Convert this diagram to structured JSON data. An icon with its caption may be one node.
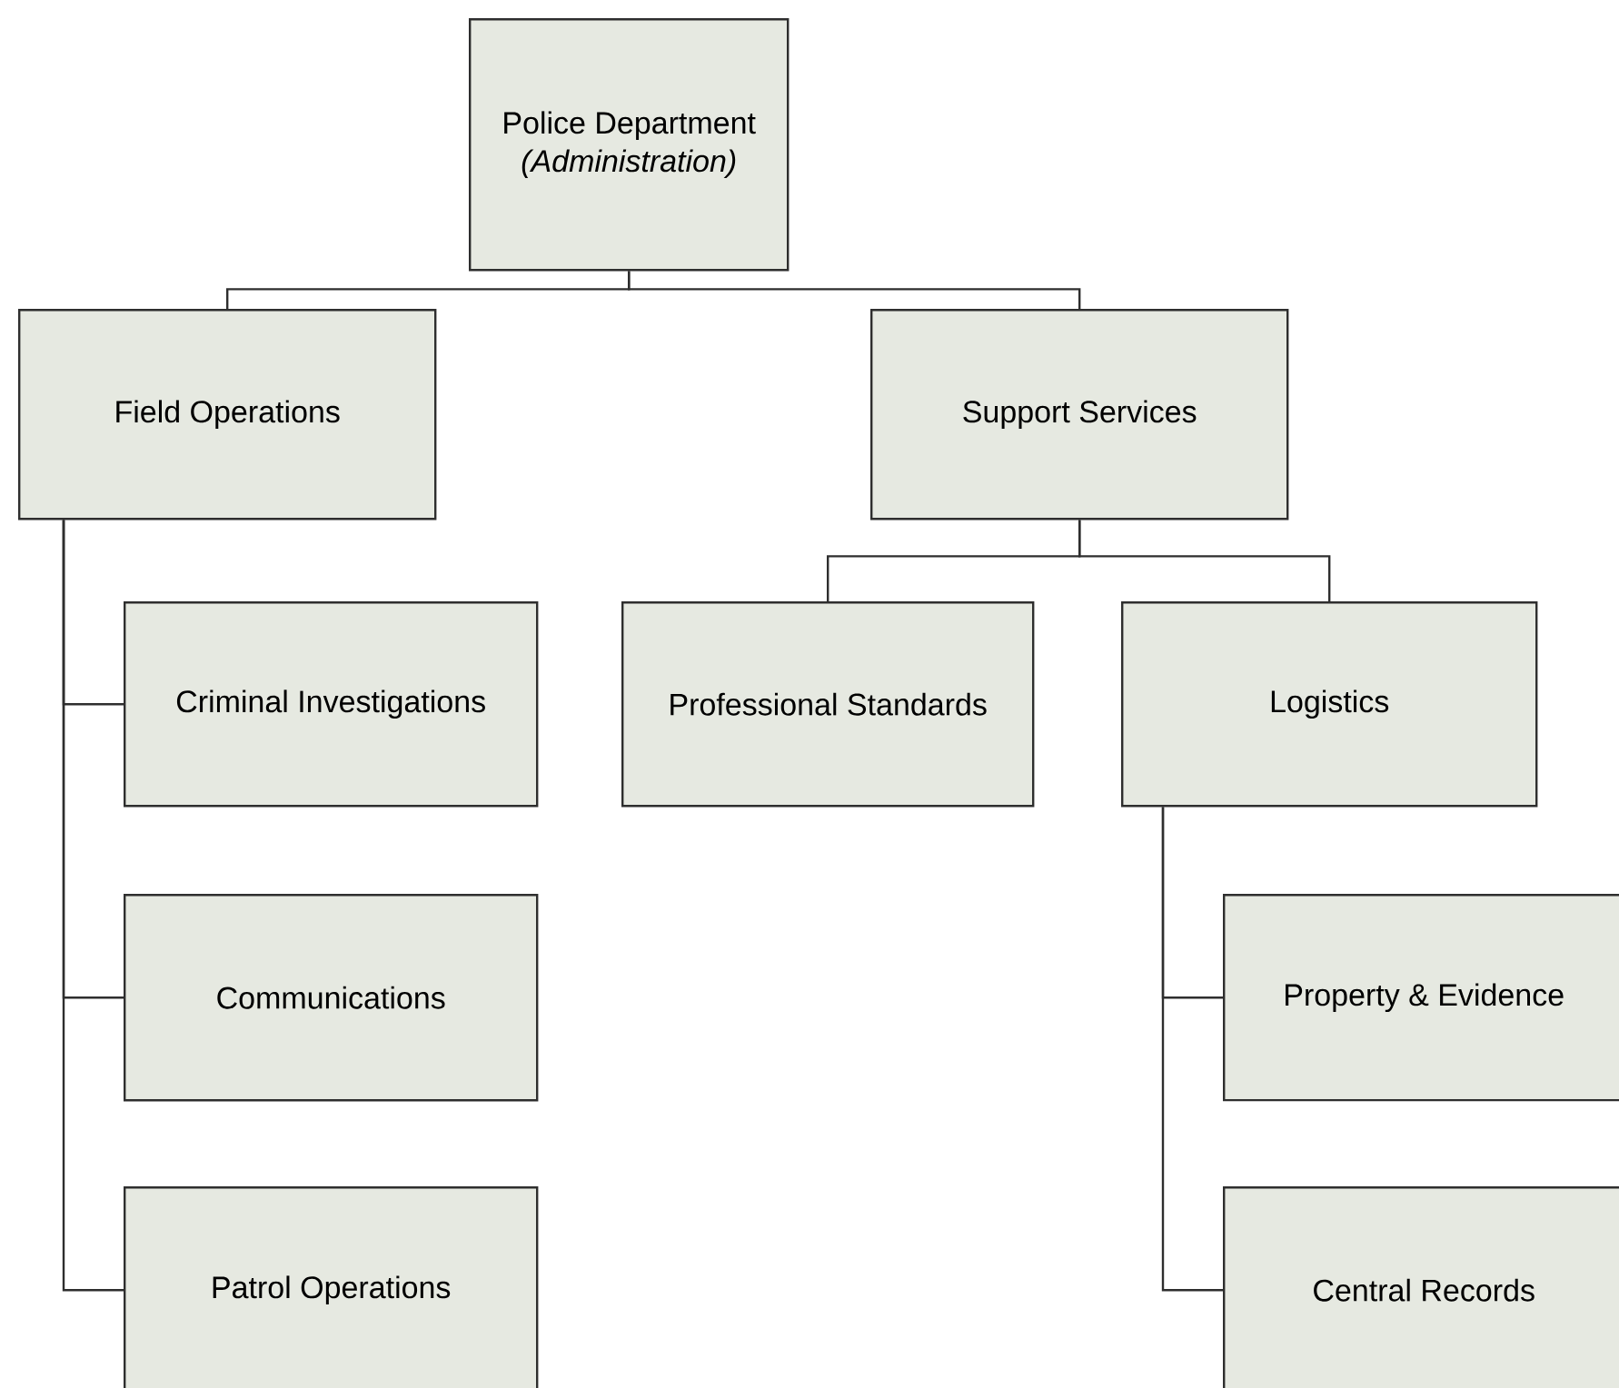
{
  "diagram": {
    "nodes": [
      {
        "text": [
          "Police Department",
          "(Administration)"
        ]
      },
      {
        "text": [
          "Field Operations"
        ]
      },
      {
        "text": [
          "Support Services"
        ]
      },
      {
        "text": [
          "Criminal Investigations"
        ]
      },
      {
        "text": [
          "Communications"
        ]
      },
      {
        "text": [
          "Patrol Operations"
        ]
      },
      {
        "text": [
          "Professional Standards"
        ]
      },
      {
        "text": [
          "Logistics"
        ]
      },
      {
        "text": [
          "Property & Evidence"
        ]
      },
      {
        "text": [
          "Central Records"
        ]
      }
    ],
    "edges": [
      {
        "from": 0,
        "to": 1,
        "arrow": "none"
      },
      {
        "from": 0,
        "to": 2,
        "arrow": "none"
      },
      {
        "from": 1,
        "to": 3,
        "arrow": "none"
      },
      {
        "from": 1,
        "to": 4,
        "arrow": "none"
      },
      {
        "from": 1,
        "to": 5,
        "arrow": "none"
      },
      {
        "from": 2,
        "to": 6,
        "arrow": "none"
      },
      {
        "from": 2,
        "to": 7,
        "arrow": "none"
      },
      {
        "from": 7,
        "to": 8,
        "arrow": "none"
      },
      {
        "from": 7,
        "to": 9,
        "arrow": "none"
      }
    ]
  }
}
